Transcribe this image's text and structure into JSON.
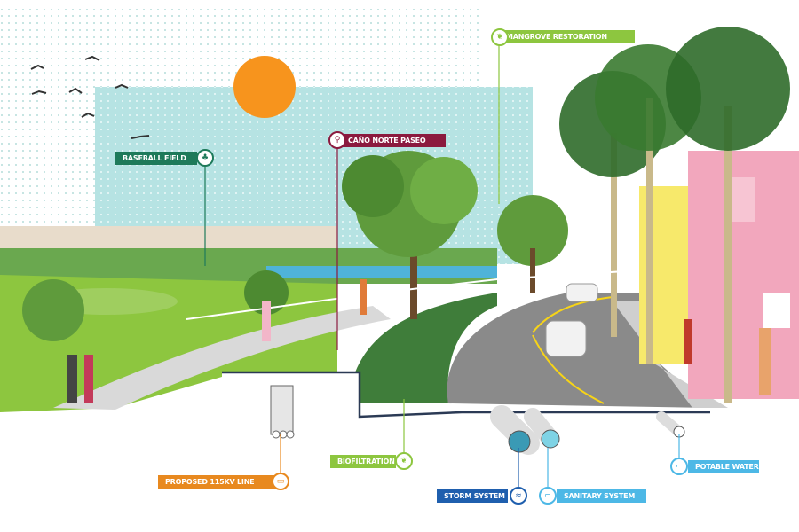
{
  "labels": {
    "mangrove": {
      "text": "MANGROVE RESTORATION",
      "color": "#8dc63f",
      "icon": "leaf-icon"
    },
    "baseball": {
      "text": "BASEBALL FIELD",
      "color": "#1e7a5a",
      "icon": "trees-icon"
    },
    "paseo": {
      "text": "CAÑO NORTE PASEO",
      "color": "#8b1a3f",
      "icon": "pedestrian-icon"
    },
    "power": {
      "text": "PROPOSED 115KV LINE",
      "color": "#e8891f",
      "icon": "battery-icon"
    },
    "biofiltration": {
      "text": "BIOFILTRATION",
      "color": "#8dc63f",
      "icon": "leaf-icon"
    },
    "storm": {
      "text": "STORM SYSTEM",
      "color": "#1f5fae",
      "icon": "waves-icon"
    },
    "sanitary": {
      "text": "SANITARY SYSTEM",
      "color": "#4db8e6",
      "icon": "pipe-icon"
    },
    "potable": {
      "text": "POTABLE WATER",
      "color": "#4db8e6",
      "icon": "faucet-icon"
    }
  },
  "colors": {
    "sky": "#b6e3e3",
    "sun": "#f7941d",
    "grass": "#8dc63f",
    "road": "#8a8a8a",
    "pink": "#f2a7bd",
    "yellow": "#f7e96b"
  }
}
